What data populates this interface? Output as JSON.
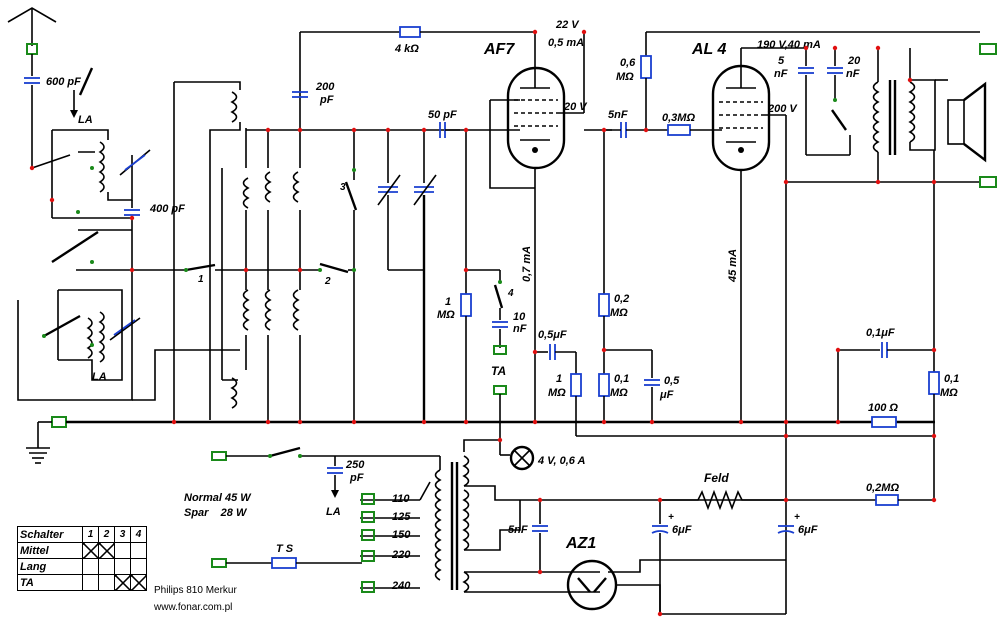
{
  "diagram": {
    "tubes": {
      "af7": {
        "name": "AF7",
        "voltage": "22 V",
        "current": "0,5 mA",
        "grid_voltage": "20 V",
        "cathode_current": "0,7 mA"
      },
      "al4": {
        "name": "AL 4",
        "anode": "190 V,40 mA",
        "grid_voltage": "200 V",
        "cathode_current": "45 mA"
      },
      "az1": {
        "name": "AZ1"
      }
    },
    "components": {
      "c_600pf": "600 pF",
      "c_400pf": "400 pF",
      "c_200pf": "200 pF",
      "r_4k": "4 kΩ",
      "c_50pf": "50 pF",
      "c_5nf_coupling": "5nF",
      "r_06m": "0,6 MΩ",
      "r_03m": "0,3MΩ",
      "c_5nf_out": "5 nF",
      "c_20nf": "20 nF",
      "r_1m_grid": "1 MΩ",
      "c_10nf": "10 nF",
      "c_05uf": "0,5μF",
      "r_1m_load": "1 MΩ",
      "r_02m_a": "0,2 MΩ",
      "r_01m": "0,1 MΩ",
      "c_05uf_b": "0,5 μF",
      "c_01uf": "0,1μF",
      "r_01m_b": "0,1 MΩ",
      "r_100": "100 Ω",
      "lamp": "4 V, 0,6 A",
      "c_250pf": "250 pF",
      "field": "Feld",
      "r_02m_b": "0,2MΩ",
      "c_5nf_rect": "5nF",
      "c_6uf_a": "6μF",
      "c_6uf_b": "6μF"
    },
    "labels": {
      "la_top": "LA",
      "la_bottom": "LA",
      "ta": "TA",
      "ts": "T S",
      "sw1": "1",
      "sw2": "2",
      "sw3": "3",
      "sw4": "4"
    },
    "power": {
      "normal": "Normal 45 W",
      "spar": "Spar    28 W",
      "taps": [
        "110",
        "125",
        "150",
        "220",
        "240"
      ]
    },
    "switch_table": {
      "header": [
        "Schalter",
        "1",
        "2",
        "3",
        "4"
      ],
      "rows": [
        {
          "label": "Mittel",
          "marks": [
            true,
            true,
            false,
            false
          ]
        },
        {
          "label": "Lang",
          "marks": [
            false,
            false,
            false,
            false
          ]
        },
        {
          "label": "TA",
          "marks": [
            false,
            false,
            true,
            true
          ]
        }
      ]
    },
    "credits": {
      "model": "Philips 810 Merkur",
      "site": "www.fonar.com.pl"
    }
  }
}
